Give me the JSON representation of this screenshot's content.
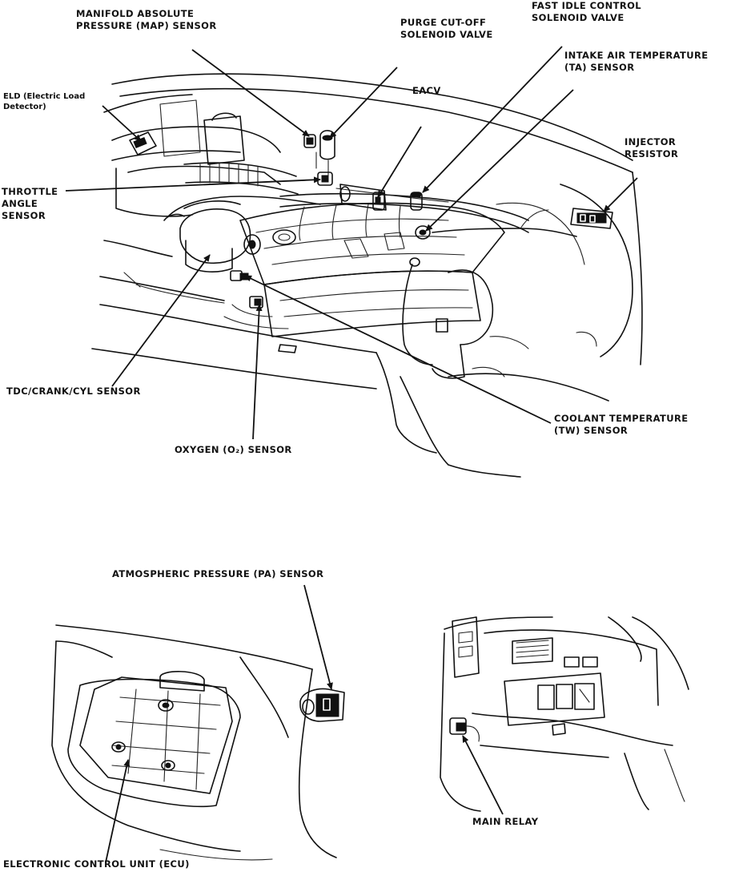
{
  "labels": {
    "map_sensor": "MANIFOLD ABSOLUTE\nPRESSURE (MAP) SENSOR",
    "purge_valve": "PURGE CUT-OFF\nSOLENOID VALVE",
    "fast_idle": "FAST IDLE CONTROL\nSOLENOID VALVE",
    "intake_air_temp": "INTAKE AIR TEMPERATURE\n(TA) SENSOR",
    "eld": "ELD (Electric Load\nDetector)",
    "eacv": "EACV",
    "injector_resistor": "INJECTOR\nRESISTOR",
    "throttle_angle": "THROTTLE\nANGLE\nSENSOR",
    "tdc_crank_cyl": "TDC/CRANK/CYL SENSOR",
    "coolant_temp": "COOLANT TEMPERATURE\n(TW) SENSOR",
    "oxygen_sensor": "OXYGEN (O₂) SENSOR",
    "pa_sensor": "ATMOSPHERIC PRESSURE (PA) SENSOR",
    "main_relay": "MAIN RELAY",
    "ecu": "ELECTRONIC CONTROL UNIT (ECU)"
  },
  "colors": {
    "ink": "#111111",
    "paper": "#ffffff"
  }
}
